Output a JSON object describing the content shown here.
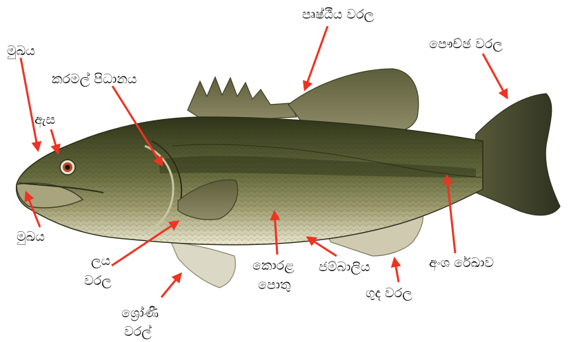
{
  "colors": {
    "arrow": "#ee3322",
    "text": "#111111",
    "body_dark": "#3b4022",
    "body_mid": "#6f7446",
    "belly": "#e6e1c6",
    "fin": "#7c7a5a"
  },
  "labels": {
    "dorsal_fin": "පෘෂ්ඨීය වරල",
    "tail_fin": "පෞච්ඡ වරල",
    "mouth_top": "මුඛය",
    "gill_cover": "කරමල් පිධානය",
    "eye": "ඇස",
    "mouth_bottom": "මුඛය",
    "pectoral_fin_1": "ලය",
    "pectoral_fin_2": "වරල",
    "scales_1": "කොරළ",
    "scales_2": "පොතු",
    "abdomen": "ජම්බාලිය",
    "anal_fin": "ගුද වරල",
    "lateral_line": "අංශ රේඛාව",
    "pelvic_fin_1": "ශ්‍රෝණී",
    "pelvic_fin_2": "වරල්"
  }
}
